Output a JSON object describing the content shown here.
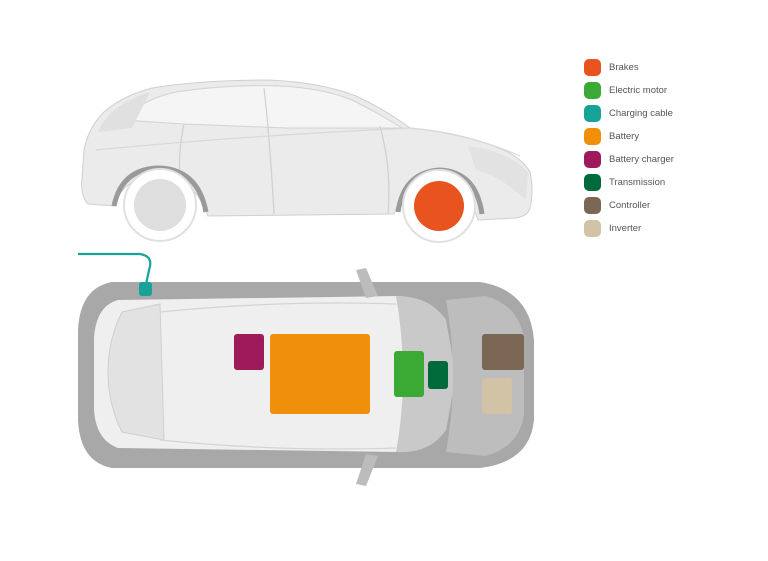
{
  "colors": {
    "body_light": "#ededed",
    "body_mid": "#d6d6d6",
    "body_dark": "#9e9e9e",
    "outline": "#c4c4c4",
    "cable": "#1aa69a",
    "background": "#ffffff"
  },
  "legend": [
    {
      "id": "brakes",
      "label": "Brakes",
      "color": "#e8531f"
    },
    {
      "id": "electric-motor",
      "label": "Electric motor",
      "color": "#3aaa35"
    },
    {
      "id": "charging-cable",
      "label": "Charging cable",
      "color": "#17a398"
    },
    {
      "id": "battery",
      "label": "Battery",
      "color": "#f0900a"
    },
    {
      "id": "battery-charger",
      "label": "Battery charger",
      "color": "#9e1a5b"
    },
    {
      "id": "transmission",
      "label": "Transmission",
      "color": "#006a3a"
    },
    {
      "id": "controller",
      "label": "Controller",
      "color": "#7c6654"
    },
    {
      "id": "inverter",
      "label": "Inverter",
      "color": "#d3c3a6"
    }
  ]
}
